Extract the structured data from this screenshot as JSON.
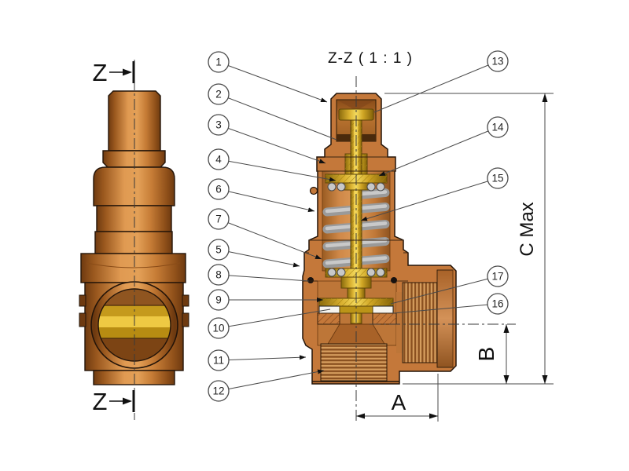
{
  "labels": {
    "section_title": "Z-Z ( 1 : 1 )",
    "cut_plane": "Z"
  },
  "dimensions": {
    "a": "A",
    "b": "B",
    "c": "C Max"
  },
  "callouts": [
    "1",
    "2",
    "3",
    "4",
    "5",
    "6",
    "7",
    "8",
    "9",
    "10",
    "11",
    "12",
    "13",
    "14",
    "15",
    "16",
    "17"
  ],
  "colors": {
    "body_copper": "#c4783a",
    "copper_highlight": "#e09a52",
    "copper_shadow": "#6e3a10",
    "brass": "#d9b02f",
    "brass_highlight": "#f4da5e",
    "spring_gray": "#b2b2b2",
    "seal_white": "#f6f4ef",
    "o_ring_black": "#181210",
    "line": "#1c1c1c",
    "background": "#ffffff"
  }
}
